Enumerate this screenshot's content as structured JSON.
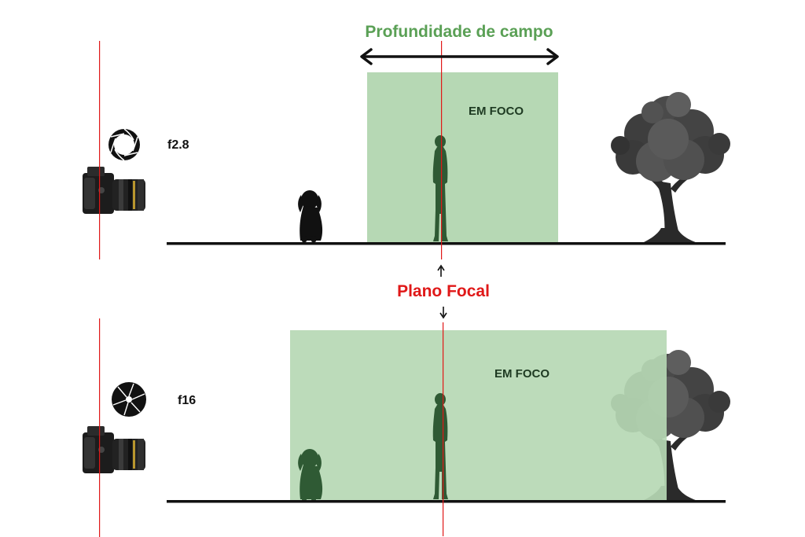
{
  "diagram": {
    "depth_of_field_label": "Profundidade de campo",
    "focal_plane_label": "Plano Focal",
    "colors": {
      "in_focus_zone": "#b6d8b4",
      "focal_plane_line": "#e01818",
      "depth_title": "#5aa055",
      "focal_title": "#e01818",
      "silhouette": "#1a1a1a",
      "silhouette_in_focus": "#2f5a34",
      "ground": "#111111"
    },
    "rows": [
      {
        "aperture_label": "f2.8",
        "aperture_icon": "aperture-wide-icon",
        "in_focus_label": "EM FOCO"
      },
      {
        "aperture_label": "f16",
        "aperture_icon": "aperture-narrow-icon",
        "in_focus_label": "EM FOCO"
      }
    ],
    "icons": [
      "camera-icon",
      "dog-icon",
      "person-icon",
      "tree-icon",
      "double-arrow-icon",
      "arrow-up-icon",
      "arrow-down-icon"
    ]
  }
}
